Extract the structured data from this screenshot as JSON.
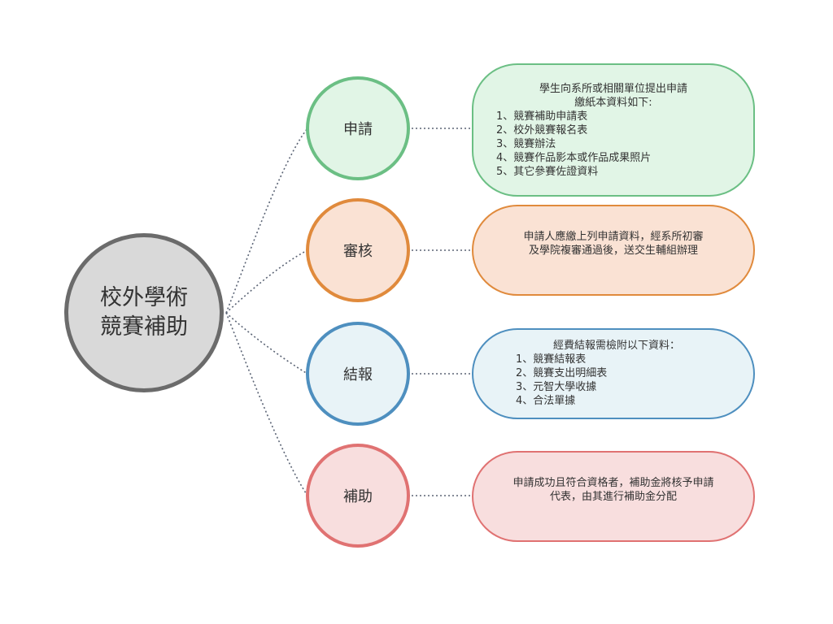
{
  "center": {
    "lines": [
      "校外學術",
      "競賽補助"
    ],
    "border_color": "#6b6b6b",
    "fill_color": "#d9d9d9"
  },
  "steps": [
    {
      "label": "申請",
      "border_color": "#6bbf84",
      "fill_color": "#e1f5e6",
      "lines": [
        "學生向系所或相關單位提出申請",
        "繳紙本資料如下:",
        "1、競賽補助申請表",
        "2、校外競賽報名表",
        "3、競賽辦法",
        "4、競賽作品影本或作品成果照片",
        "5、其它參賽佐證資料"
      ]
    },
    {
      "label": "審核",
      "border_color": "#e08a3c",
      "fill_color": "#fae2d4",
      "lines": [
        "申請人應繳上列申請資料，經系所初審",
        "及學院複審通過後，送交生輔組辦理"
      ]
    },
    {
      "label": "結報",
      "border_color": "#4e8fbf",
      "fill_color": "#e8f3f7",
      "lines": [
        "經費結報需檢附以下資料：",
        "1、競賽結報表",
        "2、競賽支出明細表",
        "3、元智大學收據",
        "4、合法單據"
      ]
    },
    {
      "label": "補助",
      "border_color": "#e07272",
      "fill_color": "#f8dede",
      "lines": [
        "申請成功且符合資格者，補助金將核予申請",
        "代表，由其進行補助金分配"
      ]
    }
  ]
}
